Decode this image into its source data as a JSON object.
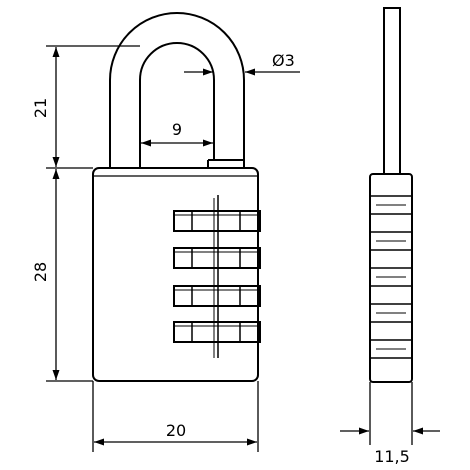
{
  "drawing": {
    "dimensions": {
      "shackle_height": "21",
      "body_height": "28",
      "shackle_inner_width": "9",
      "shackle_diameter": "Ø3",
      "body_width": "20",
      "body_thickness": "11,5"
    },
    "dials": {
      "count": 4
    },
    "colors": {
      "line": "#000000",
      "background": "#ffffff"
    }
  }
}
